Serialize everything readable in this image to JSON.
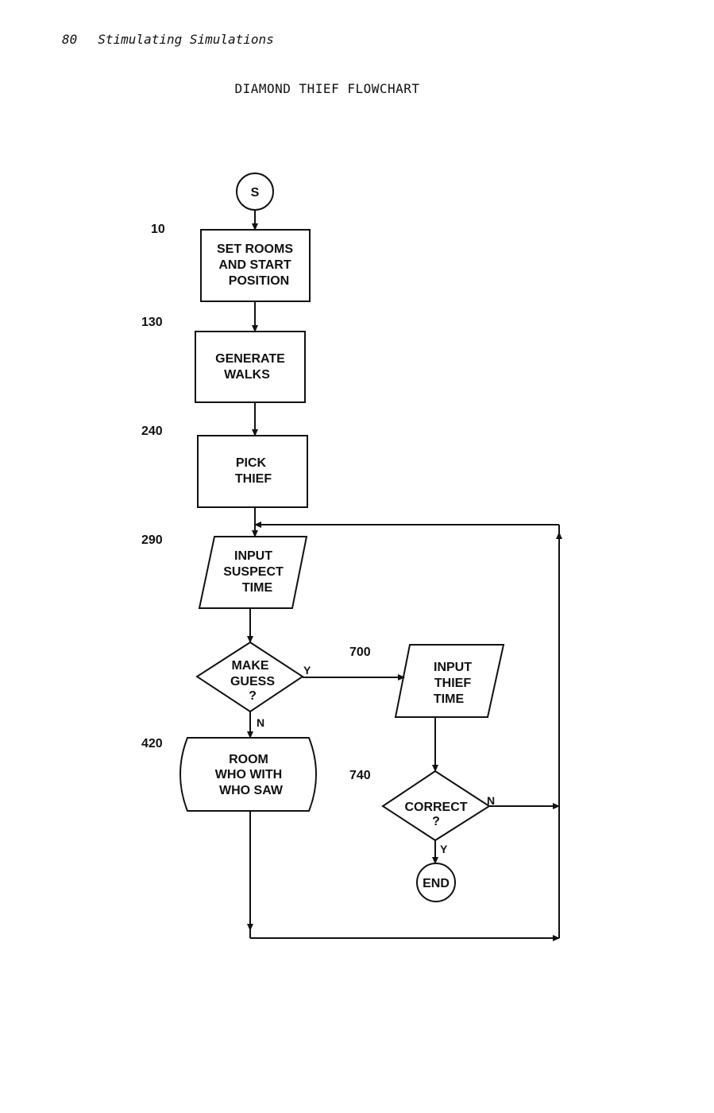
{
  "header": {
    "page_number": "80",
    "running_title": "Stimulating Simulations"
  },
  "title": "DIAMOND THIEF FLOWCHART",
  "nodes": {
    "start": {
      "label": "S"
    },
    "set_rooms": {
      "line_no": "10",
      "lines": [
        "SET ROOMS",
        "AND START",
        "POSITION"
      ]
    },
    "generate_walks": {
      "line_no": "130",
      "lines": [
        "GENERATE",
        "WALKS"
      ]
    },
    "pick_thief": {
      "line_no": "240",
      "lines": [
        "PICK",
        "THIEF"
      ]
    },
    "input_suspect_time": {
      "line_no": "290",
      "lines": [
        "INPUT",
        "SUSPECT",
        "TIME"
      ]
    },
    "make_guess": {
      "lines": [
        "MAKE",
        "GUESS",
        "?"
      ]
    },
    "room_who": {
      "line_no": "420",
      "lines": [
        "ROOM",
        "WHO WITH",
        "WHO SAW"
      ]
    },
    "input_thief_time": {
      "line_no": "700",
      "lines": [
        "INPUT",
        "THIEF",
        "TIME"
      ]
    },
    "correct": {
      "line_no": "740",
      "lines": [
        "CORRECT",
        "?"
      ]
    },
    "end": {
      "label": "END"
    }
  },
  "edge_labels": {
    "guess_yes": "Y",
    "guess_no": "N",
    "correct_no": "N",
    "correct_yes": "Y"
  }
}
